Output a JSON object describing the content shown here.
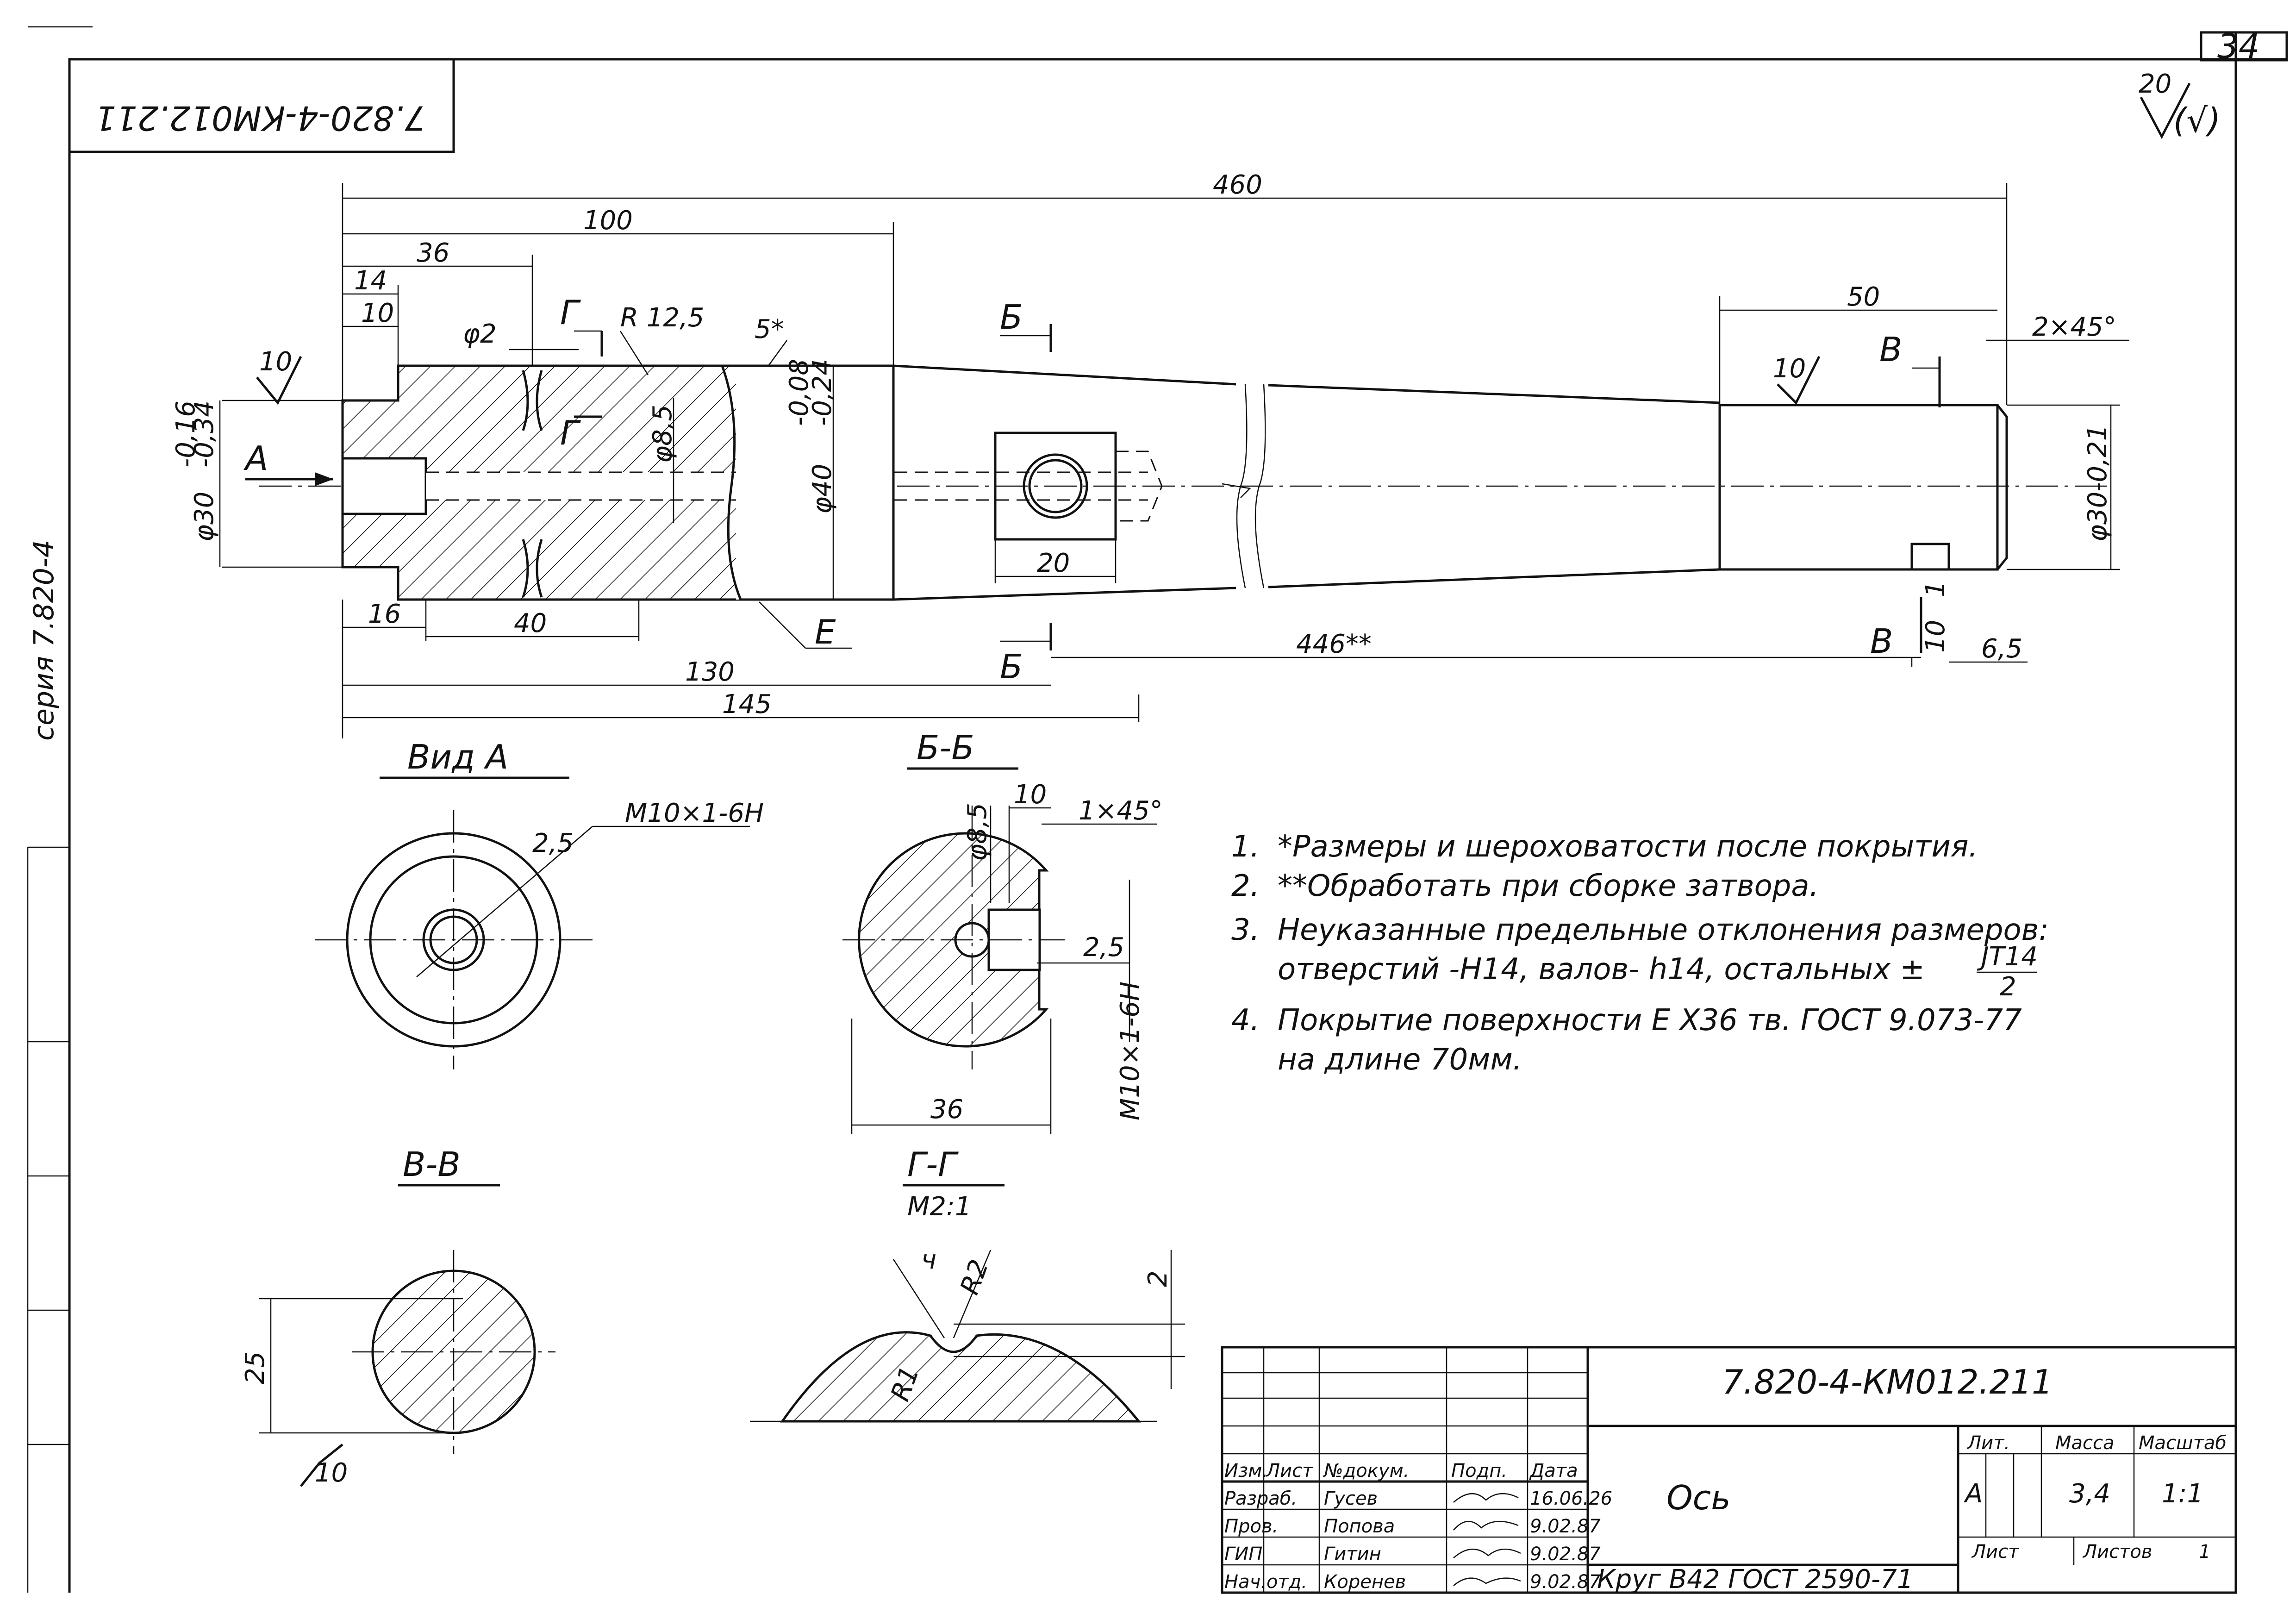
{
  "drawing": {
    "designation": "7.820-4-КМ012.211",
    "designation_rotated": "7.820-4-КМ012.211",
    "sheet_number": "34",
    "roughness_value": "20",
    "roughness_suffix": "(√)",
    "side_stamp_text": "серия 7.820-4"
  },
  "main_view": {
    "dims": {
      "overall": "460",
      "d100": "100",
      "d36": "36",
      "d14": "14",
      "d10": "10",
      "hole_dia": "φ2",
      "radius": "R 12,5",
      "star5": "5*",
      "d50": "50",
      "chamfer": "2×45°",
      "dia30_left": "φ30",
      "dia30_left_tol_top": "-0,16",
      "dia30_left_tol_bot": "-0,34",
      "dia40": "φ40",
      "dia40_tol_top": "-0,08",
      "dia40_tol_bot": "-0,24",
      "dia85": "φ8,5",
      "dia30_right": "φ30-0,21",
      "d20": "20",
      "d16": "16",
      "d40": "40",
      "d130": "130",
      "d145": "145",
      "d446": "446**",
      "d65": "6,5",
      "d10v": "10",
      "d1": "1"
    },
    "labels": {
      "arrow_a": "А",
      "cut_b": "Б",
      "cut_v": "В",
      "cut_g": "Г",
      "surface_e": "Е"
    },
    "roughness": {
      "left": "10",
      "right": "10"
    }
  },
  "views": {
    "view_a": {
      "title": "Вид А",
      "thread": "М10×1-6Н",
      "depth": "2,5"
    },
    "section_bb": {
      "title": "Б-Б",
      "dia": "φ8,5",
      "d10": "10",
      "chamfer": "1×45°",
      "d25": "2,5",
      "thread": "М10×1-6Н",
      "d36": "36"
    },
    "section_vv": {
      "title": "В-В",
      "d25": "25",
      "roughness": "10"
    },
    "section_gg": {
      "title": "Г-Г",
      "scale": "М2:1",
      "d2": "2",
      "r2": "R2",
      "r1": "R1",
      "angle": "ч"
    }
  },
  "notes": [
    {
      "num": "1.",
      "text": "*Размеры и шероховатости после покрытия."
    },
    {
      "num": "2.",
      "text": "**Обработать при сборке затвора."
    },
    {
      "num": "3.",
      "text": "Неуказанные предельные отклонения размеров:"
    },
    {
      "num": "",
      "text": "отверстий -Н14, валов- h14, остальных ±"
    },
    {
      "num": "4.",
      "text": "Покрытие поверхности  Е  Х36 тв. ГОСТ 9.073-77"
    },
    {
      "num": "",
      "text": "на длине 70мм."
    }
  ],
  "note3_fraction": {
    "top": "JT14",
    "bottom": "2"
  },
  "title_block": {
    "designation": "7.820-4-КМ012.211",
    "part_name": "Ось",
    "material": "Круг В42 ГОСТ 2590-71",
    "headers": {
      "izm": "Изм.",
      "list": "Лист",
      "doc": "№докум.",
      "sign": "Подп.",
      "date": "Дата",
      "lit": "Лит.",
      "mass": "Масса",
      "scale": "Масштаб",
      "sheet": "Лист",
      "sheets": "Листов"
    },
    "values": {
      "lit": "А",
      "mass": "3,4",
      "scale": "1:1",
      "sheets_count": "1"
    },
    "people": [
      {
        "role": "Разраб.",
        "name": "Гусев",
        "date": "16.06.26"
      },
      {
        "role": "Пров.",
        "name": "Попова",
        "date": "9.02.87"
      },
      {
        "role": "ГИП",
        "name": "Гитин",
        "date": "9.02.87"
      },
      {
        "role": "Нач.отд.",
        "name": "Коренев",
        "date": "9.02.87"
      }
    ]
  }
}
